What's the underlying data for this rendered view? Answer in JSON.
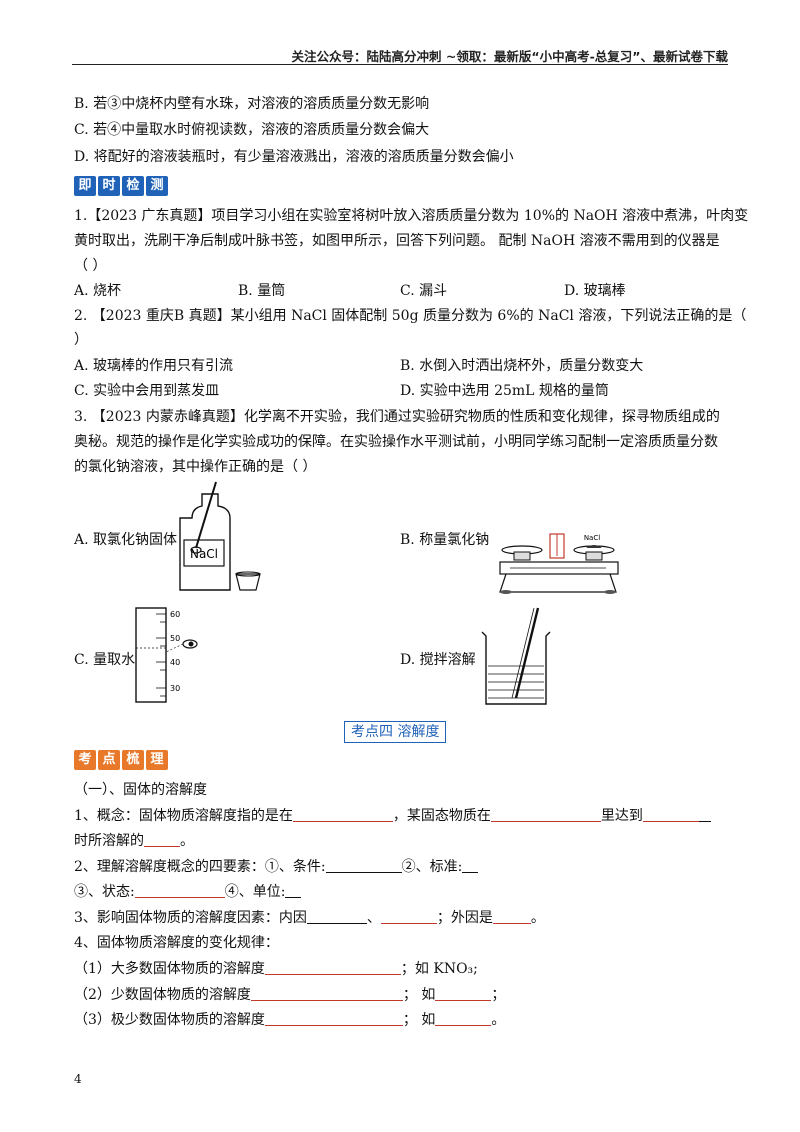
{
  "header": {
    "text": "关注公众号：陆陆高分冲刺 ~领取：最新版“小中高考-总复习”、最新试卷下载"
  },
  "prev": {
    "b": "B. 若③中烧杯内壁有水珠，对溶液的溶质质量分数无影响",
    "c": "C. 若④中量取水时俯视读数，溶液的溶质质量分数会偏大",
    "d": "D. 将配好的溶液装瓶时，有少量溶液溅出，溶液的溶质质量分数会偏小"
  },
  "badge_check": [
    "即",
    "时",
    "检",
    "测"
  ],
  "q1": {
    "line1": "1.【2023 广东真题】项目学习小组在实验室将树叶放入溶质质量分数为 10%的 NaOH 溶液中煮沸，叶肉变",
    "line2": "黄时取出，洗刷干净后制成叶脉书签，如图甲所示，回答下列问题。  配制 NaOH 溶液不需用到的仪器是",
    "line3": "（     ）",
    "a": "A. 烧杯",
    "b": "B. 量筒",
    "c": "C. 漏斗",
    "d": "D. 玻璃棒"
  },
  "q2": {
    "line1": "2. 【2023 重庆B 真题】某小组用 NaCl 固体配制 50g 质量分数为 6%的 NaCl 溶液，下列说法正确的是（",
    "line2": "）",
    "a": "A. 玻璃棒的作用只有引流",
    "b": "B. 水倒入时洒出烧杯外，质量分数变大",
    "c": "C. 实验中会用到蒸发皿",
    "d": "D. 实验中选用 25mL 规格的量筒"
  },
  "q3": {
    "line1": "3. 【2023 内蒙赤峰真题】化学离不开实验，我们通过实验研究物质的性质和变化规律，探寻物质组成的",
    "line2": "奥秘。规范的操作是化学实验成功的保障。在实验操作水平测试前，小明同学练习配制一定溶质质量分数",
    "line3": "的氯化钠溶液，其中操作正确的是（     ）",
    "a": "A. 取氯化钠固体",
    "b": "B. 称量氯化钠",
    "c": "C. 量取水",
    "d": "D. 搅拌溶解",
    "fig_a_label": "NaCl",
    "fig_b_label": "NaCl",
    "fig_c_ticks": [
      "60",
      "50",
      "40",
      "30"
    ]
  },
  "section": {
    "title": "考点四    溶解度"
  },
  "badge_review": [
    "考",
    "点",
    "梳",
    "理"
  ],
  "content": {
    "h1": "（一）、固体的溶解度",
    "c1a": "1、概念：固体物质溶解度指的是在",
    "c1b": "，某固态物质在",
    "c1c": "里达到",
    "c1d": "时所溶解的",
    "c1e": "。",
    "c2a": "2、理解溶解度概念的四要素：①、条件:",
    "c2b": "②、标准:",
    "c2c": "③、状态:",
    "c2d": "④、单位:",
    "c3a": "3、影响固体物质的溶解度因素：内因",
    "c3b": "、",
    "c3c": "；外因是",
    "c3d": "。",
    "c4": "4、固体物质溶解度的变化规律：",
    "c41a": "（1）大多数固体物质的溶解度",
    "c41b": "；如 KNO₃;",
    "c42a": "（2）少数固体物质的溶解度",
    "c42b": "；   如",
    "c42c": "；",
    "c43a": "（3）极少数固体物质的溶解度",
    "c43b": "；   如",
    "c43c": "。"
  },
  "page_number": "4"
}
